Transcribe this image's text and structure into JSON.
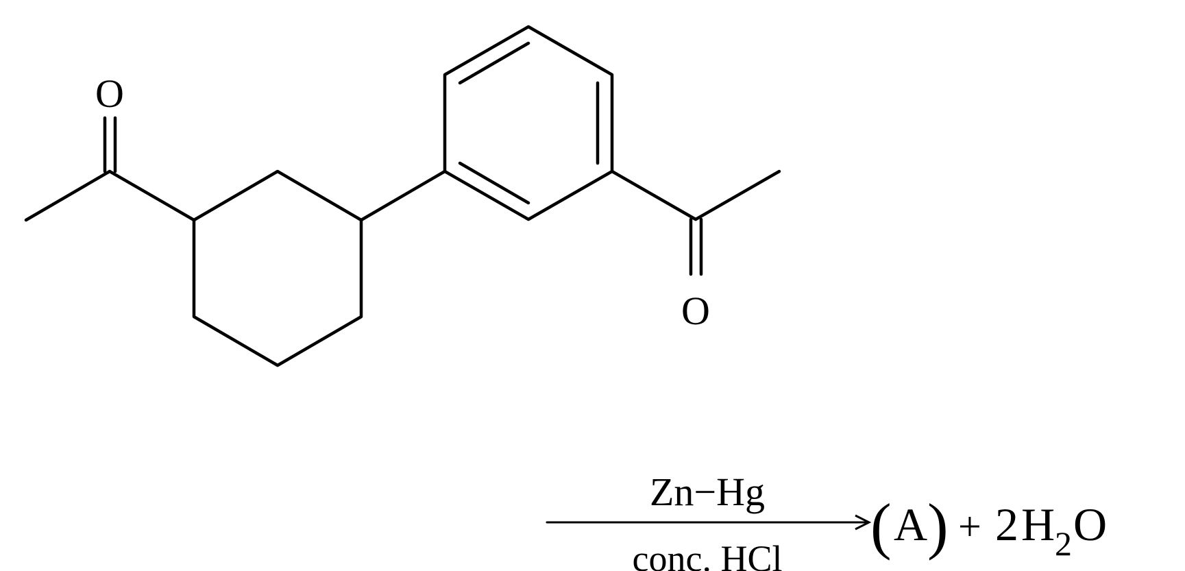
{
  "molecule": {
    "atoms": {
      "oxygen_left": "O",
      "oxygen_right": "O"
    }
  },
  "reaction": {
    "reagent_top": "Zn−Hg",
    "reagent_bottom": "conc. HCl",
    "product_open": "(",
    "product_label": "A",
    "product_close": ")",
    "plus_sign": "+",
    "water_coefficient": "2",
    "water_h": "H",
    "water_subscript": "2",
    "water_o": "O"
  }
}
